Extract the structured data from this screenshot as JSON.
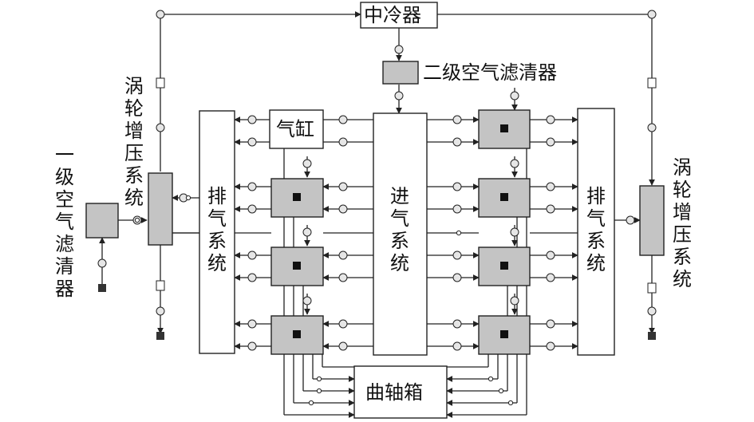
{
  "labels": {
    "intercooler": "中冷器",
    "secondary_air_filter": "二级空气滤清器",
    "primary_air_filter": "一\n级\n空\n气\n滤\n清\n器",
    "turbo_left": "涡\n轮\n增\n压\n系\n统",
    "turbo_right": "涡\n轮\n增\n压\n系\n统",
    "exhaust_left": "排\n气\n系\n统",
    "exhaust_right": "排\n气\n系\n统",
    "intake": "进\n气\n系\n统",
    "cylinder": "气缸",
    "crankcase": "曲轴箱"
  }
}
